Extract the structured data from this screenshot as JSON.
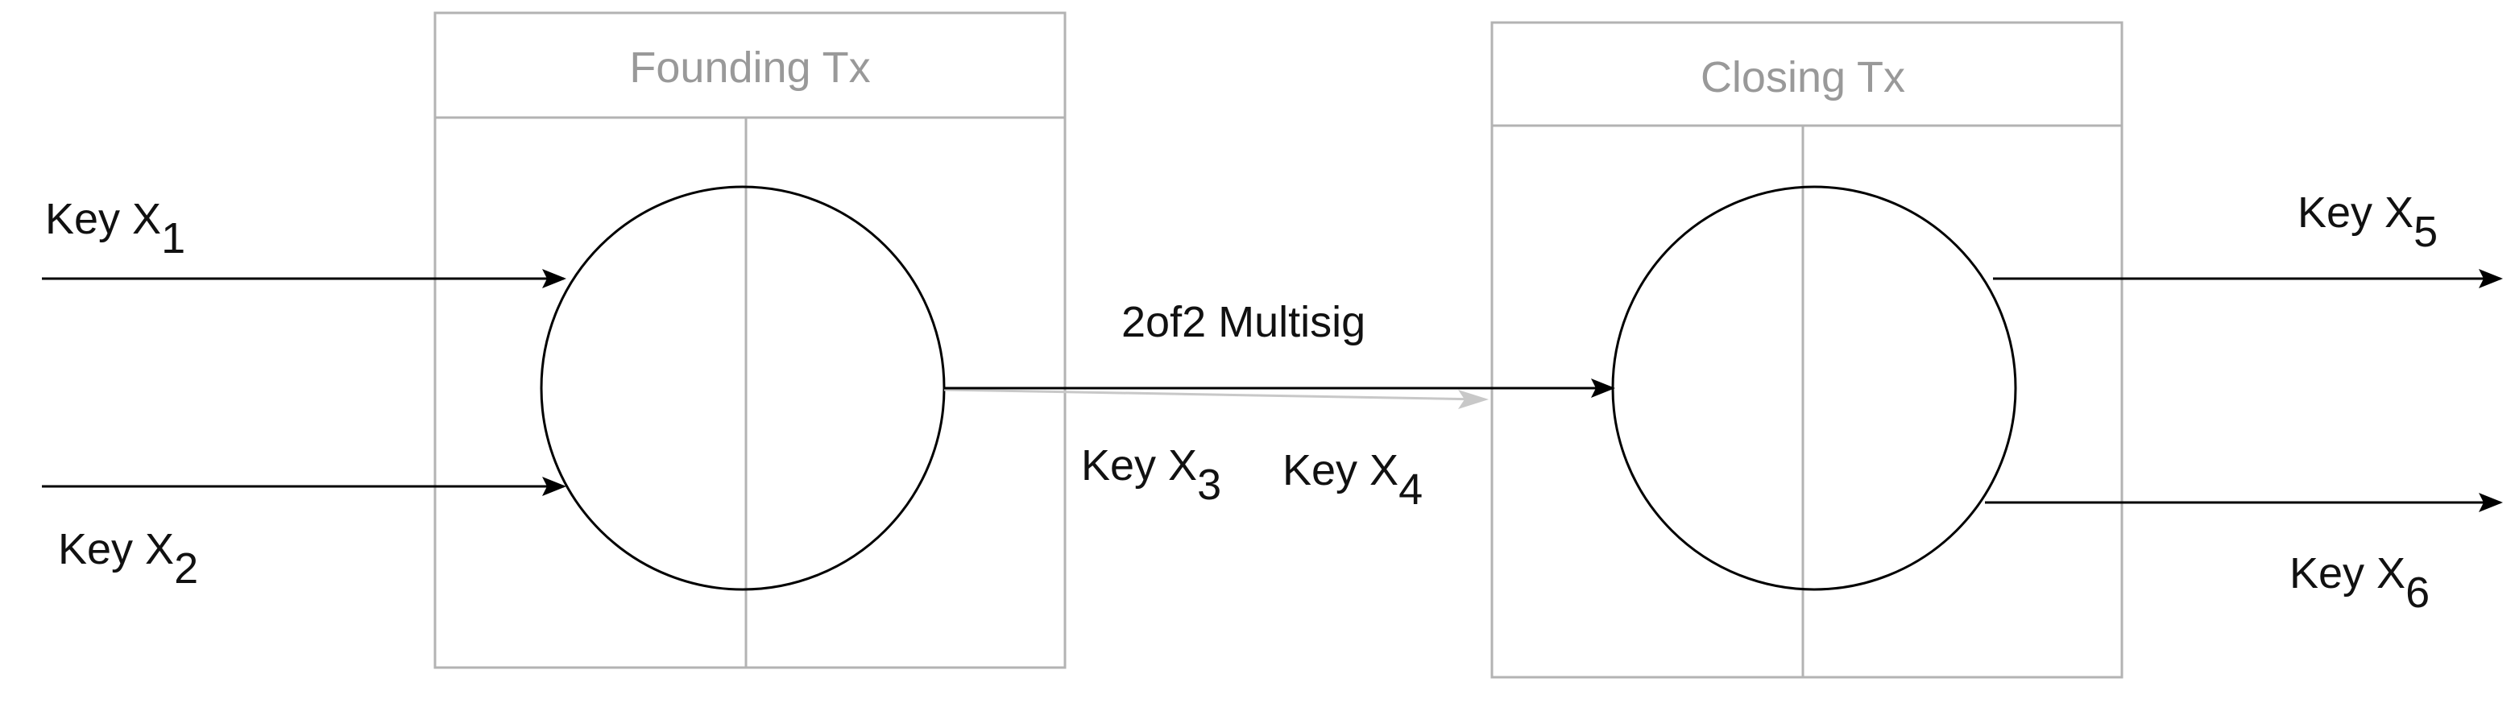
{
  "transactions": {
    "founding": {
      "title": "Founding Tx"
    },
    "closing": {
      "title": "Closing Tx"
    }
  },
  "channel": {
    "label": "2of2 Multisig"
  },
  "keys": {
    "x1": {
      "prefix": "Key X",
      "sub": "1"
    },
    "x2": {
      "prefix": "Key X",
      "sub": "2"
    },
    "x3": {
      "prefix": "Key X",
      "sub": "3"
    },
    "x4": {
      "prefix": "Key X",
      "sub": "4"
    },
    "x5": {
      "prefix": "Key X",
      "sub": "5"
    },
    "x6": {
      "prefix": "Key X",
      "sub": "6"
    }
  },
  "colors": {
    "box_border": "#b3b3b3",
    "title_text": "#999999",
    "line": "#000000",
    "faint_arrow": "#c8c8c8"
  }
}
